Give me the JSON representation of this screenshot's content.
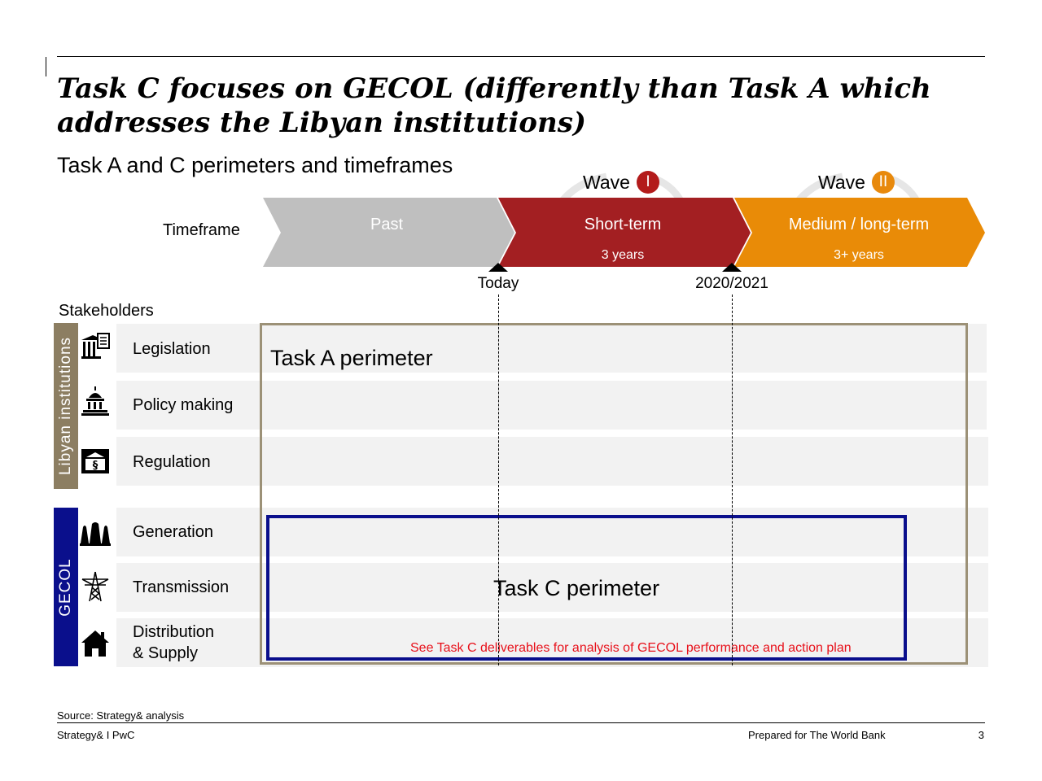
{
  "title": "Task C focuses on GECOL (differently than Task A which addresses the Libyan institutions)",
  "subtitle": "Task A and C perimeters and timeframes",
  "waves": [
    {
      "label": "Wave",
      "number": "I",
      "color": "#b31b1b"
    },
    {
      "label": "Wave",
      "number": "II",
      "color": "#e8890c"
    }
  ],
  "timeframe": {
    "label": "Timeframe",
    "phases": [
      {
        "name": "Past",
        "sub": "",
        "color": "#bfbfbf"
      },
      {
        "name": "Short-term",
        "sub": "3 years",
        "color": "#a31f22"
      },
      {
        "name": "Medium / long-term",
        "sub": "3+ years",
        "color": "#e98b07"
      }
    ],
    "markers": [
      "Today",
      "2020/2021"
    ]
  },
  "stakeholders": {
    "title": "Stakeholders",
    "groups": [
      {
        "name": "Libyan institutions",
        "color": "#8c7e62",
        "rows": [
          {
            "label": "Legislation",
            "icon": "columns-document-icon"
          },
          {
            "label": "Policy making",
            "icon": "capitol-building-icon"
          },
          {
            "label": "Regulation",
            "icon": "regulation-paragraph-icon"
          }
        ]
      },
      {
        "name": "GECOL",
        "color": "#0a0f8c",
        "rows": [
          {
            "label": "Generation",
            "icon": "power-plant-icon"
          },
          {
            "label": "Transmission",
            "icon": "transmission-tower-icon"
          },
          {
            "label": "Distribution & Supply",
            "label_line1": "Distribution",
            "label_line2": "& Supply",
            "icon": "house-icon"
          }
        ]
      }
    ]
  },
  "perimeters": {
    "task_a": "Task A perimeter",
    "task_c": "Task C perimeter",
    "task_c_note": "See Task C deliverables for analysis of GECOL performance and action plan"
  },
  "footer": {
    "source": "Source: Strategy& analysis",
    "left": "Strategy& I PwC",
    "right": "Prepared for The World Bank",
    "page": "3"
  }
}
